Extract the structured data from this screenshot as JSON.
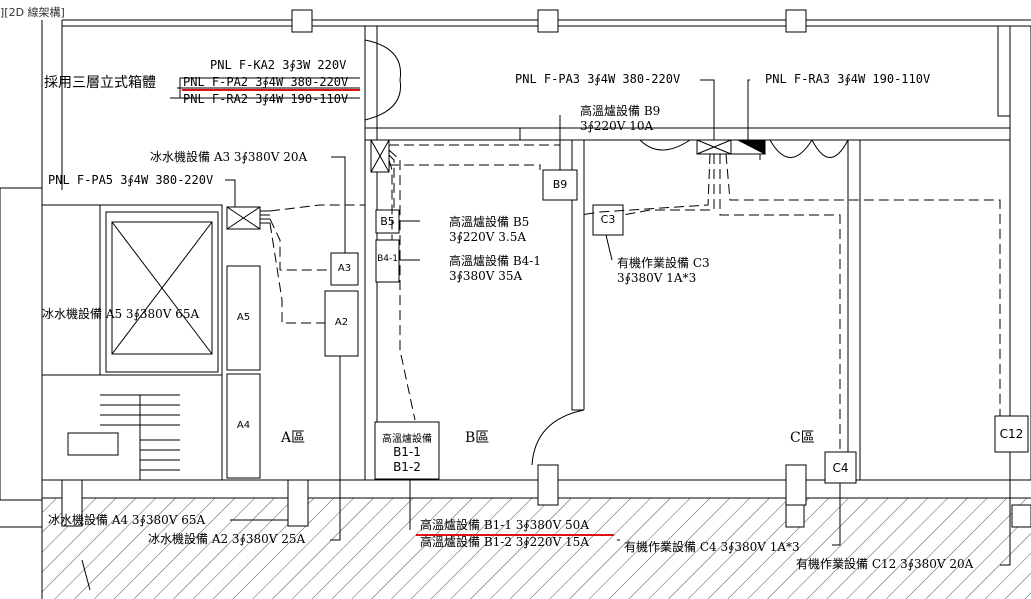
{
  "view_tab": "][2D 線架構]",
  "panels": {
    "ka2": "PNL F-KA2 3∮3W 220V",
    "pa2": "PNL F-PA2 3∮4W 380-220V",
    "ra2": "PNL F-RA2 3∮4W 190-110V",
    "pa3": "PNL F-PA3 3∮4W 380-220V",
    "ra3": "PNL F-RA3 3∮4W 190-110V",
    "pa5": "PNL F-PA5 3∮4W 380-220V",
    "cabinet_note": "採用三層立式箱體"
  },
  "equipment_labels": {
    "a3": "冰水機設備 A3 3∮380V 20A",
    "a5": "冰水機設備 A5 3∮380V 65A",
    "a4": "冰水機設備 A4 3∮380V 65A",
    "a2": "冰水機設備 A2 3∮380V 25A",
    "b9_line1": "高溫爐設備 B9",
    "b9_line2": "3∮220V 10A",
    "b5_line1": "高溫爐設備 B5",
    "b5_line2": "3∮220V 3.5A",
    "b4_line1": "高溫爐設備 B4-1",
    "b4_line2": "3∮380V 35A",
    "c3_line1": "有機作業設備 C3",
    "c3_line2": "3∮380V 1A*3",
    "b1_1": "高溫爐設備 B1-1 3∮380V 50A",
    "b1_2": "高溫爐設備 B1-2 3∮220V 15A",
    "c4": "有機作業設備 C4 3∮380V 1A*3",
    "c12": "有機作業設備 C12 3∮380V 20A"
  },
  "boxes": {
    "b9": "B9",
    "b5": "B5",
    "b4": "B4-1",
    "c3": "C3",
    "a3": "A3",
    "a2": "A2",
    "a5": "A5",
    "a4": "A4",
    "b1_title": "高溫爐設備",
    "b1_l1": "B1-1",
    "b1_l2": "B1-2",
    "c4": "C4",
    "c12": "C12"
  },
  "zones": {
    "a": "A區",
    "b": "B區",
    "c": "C區"
  },
  "colors": {
    "highlight": "#e01010",
    "line": "#000000",
    "hatch": "#555555"
  }
}
